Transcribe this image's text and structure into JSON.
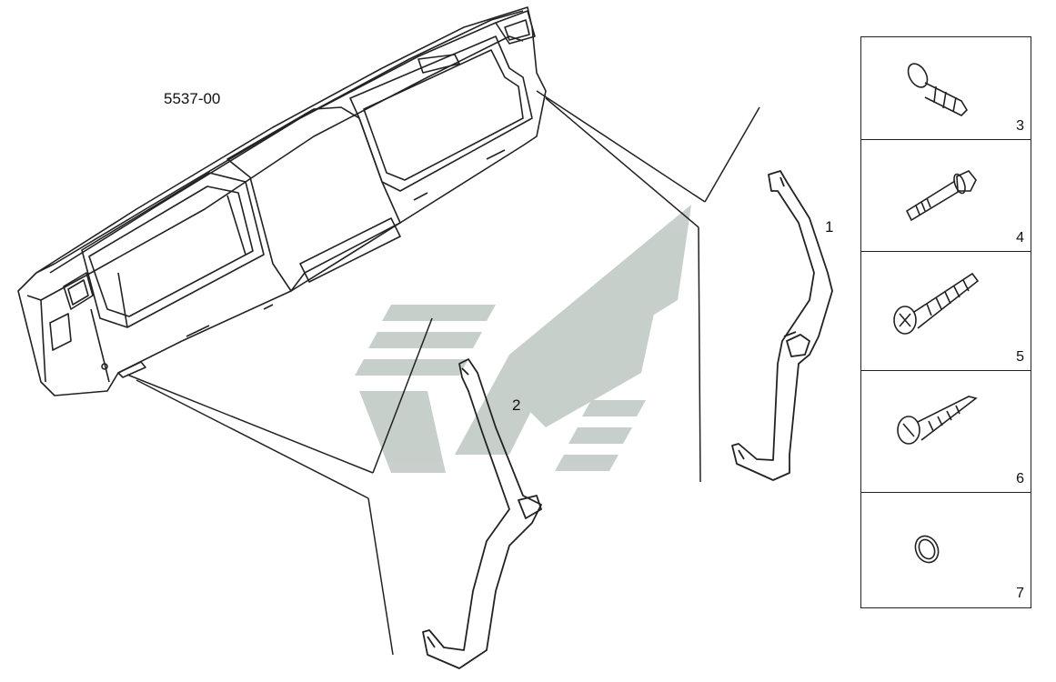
{
  "diagram": {
    "model_code": "5537-00",
    "callouts": [
      {
        "id": "1",
        "label": "1"
      },
      {
        "id": "2",
        "label": "2"
      }
    ],
    "parts_panel": [
      {
        "label": "3",
        "icon": "plastic-rivet-icon"
      },
      {
        "label": "4",
        "icon": "flange-bolt-icon"
      },
      {
        "label": "5",
        "icon": "phillips-screw-icon"
      },
      {
        "label": "6",
        "icon": "tapping-screw-icon"
      },
      {
        "label": "7",
        "icon": "washer-ring-icon"
      }
    ],
    "watermark": {
      "icon": "kamaz-logo-watermark-icon",
      "color": "#9aa8a2"
    }
  }
}
